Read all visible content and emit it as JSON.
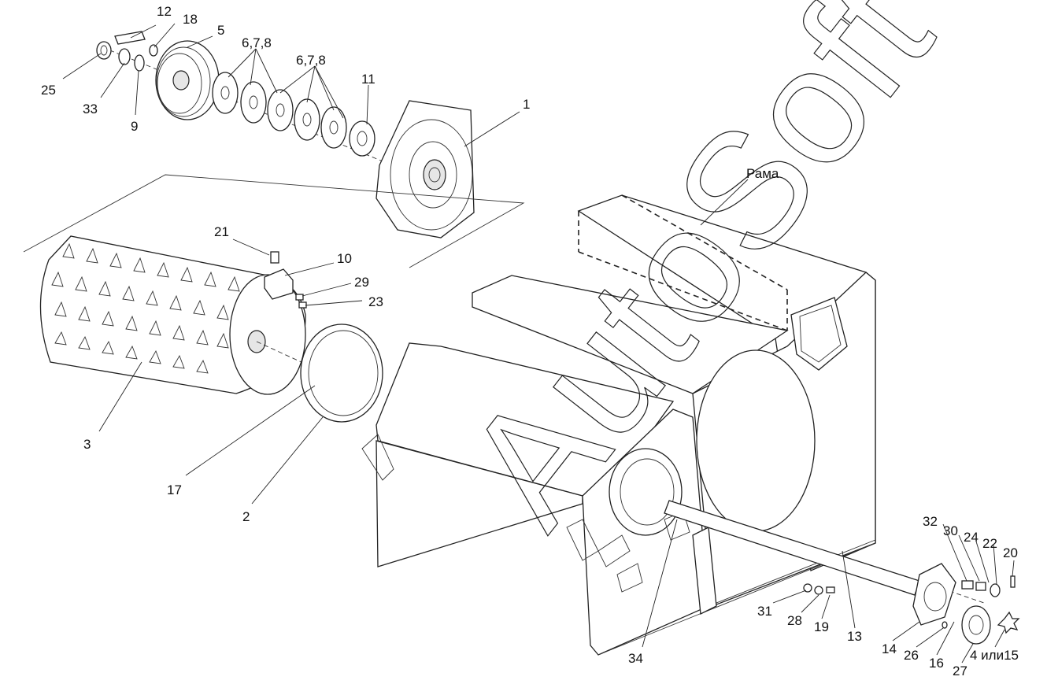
{
  "watermark": "AutoSoft",
  "frame_label": "Рама",
  "callouts": [
    {
      "id": "c12",
      "text": "12"
    },
    {
      "id": "c18",
      "text": "18"
    },
    {
      "id": "c5",
      "text": "5"
    },
    {
      "id": "c678a",
      "text": "6,7,8"
    },
    {
      "id": "c678b",
      "text": "6,7,8"
    },
    {
      "id": "c25",
      "text": "25"
    },
    {
      "id": "c33",
      "text": "33"
    },
    {
      "id": "c9",
      "text": "9"
    },
    {
      "id": "c11",
      "text": "11"
    },
    {
      "id": "c1",
      "text": "1"
    },
    {
      "id": "c21",
      "text": "21"
    },
    {
      "id": "c10",
      "text": "10"
    },
    {
      "id": "c29",
      "text": "29"
    },
    {
      "id": "c23",
      "text": "23"
    },
    {
      "id": "c3",
      "text": "3"
    },
    {
      "id": "c17",
      "text": "17"
    },
    {
      "id": "c2",
      "text": "2"
    },
    {
      "id": "c32",
      "text": "32"
    },
    {
      "id": "c30",
      "text": "30"
    },
    {
      "id": "c24",
      "text": "24"
    },
    {
      "id": "c22",
      "text": "22"
    },
    {
      "id": "c20",
      "text": "20"
    },
    {
      "id": "c31",
      "text": "31"
    },
    {
      "id": "c28",
      "text": "28"
    },
    {
      "id": "c19",
      "text": "19"
    },
    {
      "id": "c13",
      "text": "13"
    },
    {
      "id": "c14",
      "text": "14"
    },
    {
      "id": "c26",
      "text": "26"
    },
    {
      "id": "c16",
      "text": "16"
    },
    {
      "id": "c27",
      "text": "27"
    },
    {
      "id": "c4or15",
      "text": "4 или15"
    },
    {
      "id": "c34",
      "text": "34"
    }
  ]
}
